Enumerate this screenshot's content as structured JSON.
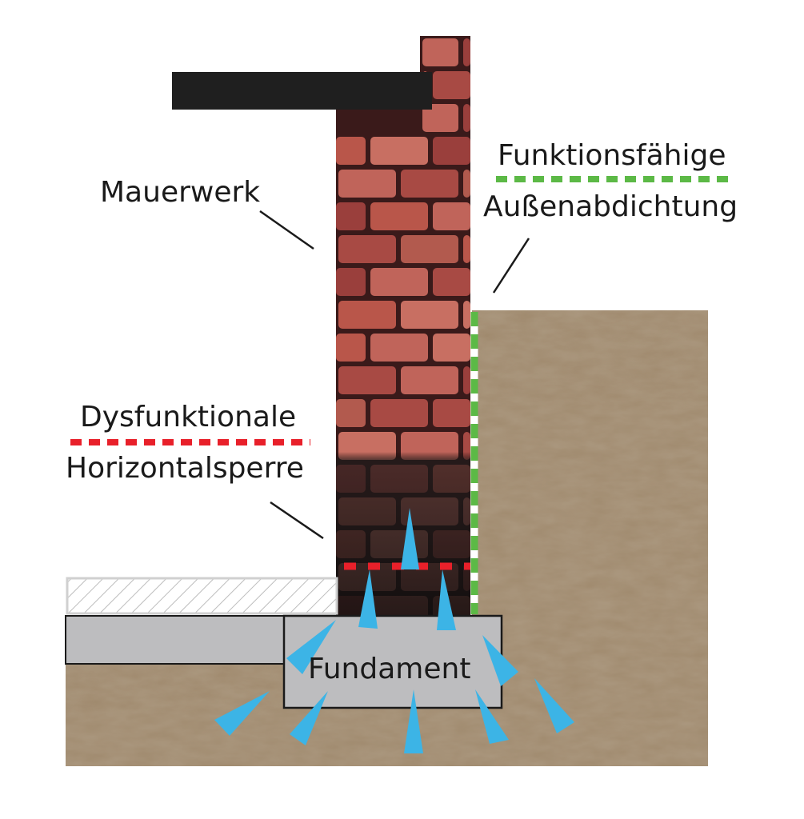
{
  "labels": {
    "masonry": "Mauerwerk",
    "exterior_seal_line1": "Funktionsfähige",
    "exterior_seal_line2": "Außenabdichtung",
    "damp_course_line1": "Dysfunktionale",
    "damp_course_line2": "Horizontalsperre",
    "foundation": "Fundament"
  },
  "colors": {
    "functional_seal": "#5cb946",
    "dysfunctional_barrier": "#e8202a",
    "moisture": "#3cb4e6",
    "soil": "#9c8468",
    "concrete": "#bdbdbf",
    "slab": "#1f1f1f"
  }
}
